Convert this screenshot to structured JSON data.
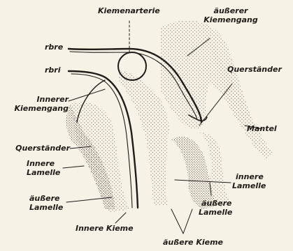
{
  "labels": {
    "kiemenarterie": "Kiemenarterie",
    "aeusserer_kiemengang_1": "äußerer",
    "aeusserer_kiemengang_2": "Kiemengang",
    "rbre": "rbre",
    "rbri": "rbri",
    "querstaender_right": "Querständer",
    "innerer_kiemengang_1": "Innerer",
    "innerer_kiemengang_2": "Kiemengang",
    "mantel": "Mantel",
    "querstaender_left": "Querständer",
    "innere_lamelle_left_1": "Innere",
    "innere_lamelle_left_2": "Lamelle",
    "innere_lamelle_right_1": "innere",
    "innere_lamelle_right_2": "Lamelle",
    "aeussere_lamelle_left_1": "äußere",
    "aeussere_lamelle_left_2": "Lamelle",
    "aeussere_lamelle_right_1": "äußere",
    "aeussere_lamelle_right_2": "Lamelle",
    "innere_kieme": "Innere Kieme",
    "aeussere_kieme": "äußere Kieme"
  },
  "colors": {
    "ink": "#1f1b16",
    "background": "#f6f2e6",
    "stipple": "#6b6356"
  }
}
